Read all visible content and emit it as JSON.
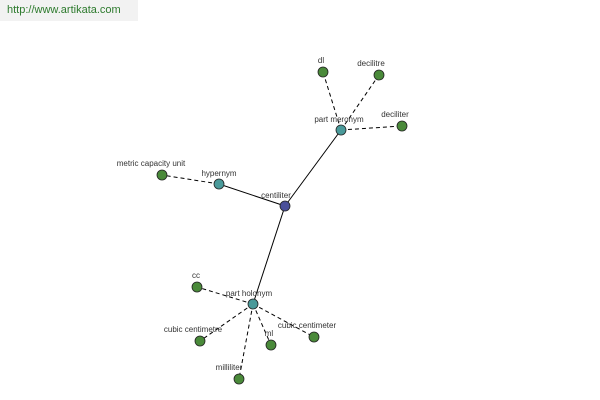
{
  "source_url": "http://www.artikata.com",
  "colors": {
    "center_node": "#4a4f9a",
    "relation_node": "#4a9a9a",
    "term_node": "#4a8a3a",
    "node_stroke": "#222222",
    "solid_edge": "#000000",
    "dashed_edge": "#000000"
  },
  "nodes": [
    {
      "id": "centiliter",
      "label": "centiliter",
      "kind": "center"
    },
    {
      "id": "hypernym",
      "label": "hypernym",
      "kind": "relation"
    },
    {
      "id": "part-meronym",
      "label": "part meronym",
      "kind": "relation"
    },
    {
      "id": "part-holonym",
      "label": "part holonym",
      "kind": "relation"
    },
    {
      "id": "metric-capacity-unit",
      "label": "metric capacity unit",
      "kind": "term"
    },
    {
      "id": "dl",
      "label": "dl",
      "kind": "term"
    },
    {
      "id": "decilitre",
      "label": "decilitre",
      "kind": "term"
    },
    {
      "id": "deciliter",
      "label": "deciliter",
      "kind": "term"
    },
    {
      "id": "cc",
      "label": "cc",
      "kind": "term"
    },
    {
      "id": "cubic-centimetre",
      "label": "cubic centimetre",
      "kind": "term"
    },
    {
      "id": "ml",
      "label": "ml",
      "kind": "term"
    },
    {
      "id": "cubic-centimeter",
      "label": "cubic centimeter",
      "kind": "term"
    },
    {
      "id": "milliliter",
      "label": "milliliter",
      "kind": "term"
    }
  ],
  "edges": [
    {
      "from": "centiliter",
      "to": "hypernym",
      "style": "solid"
    },
    {
      "from": "centiliter",
      "to": "part-meronym",
      "style": "solid"
    },
    {
      "from": "centiliter",
      "to": "part-holonym",
      "style": "solid"
    },
    {
      "from": "hypernym",
      "to": "metric-capacity-unit",
      "style": "dashed"
    },
    {
      "from": "part-meronym",
      "to": "dl",
      "style": "dashed"
    },
    {
      "from": "part-meronym",
      "to": "decilitre",
      "style": "dashed"
    },
    {
      "from": "part-meronym",
      "to": "deciliter",
      "style": "dashed"
    },
    {
      "from": "part-holonym",
      "to": "cc",
      "style": "dashed"
    },
    {
      "from": "part-holonym",
      "to": "cubic-centimetre",
      "style": "dashed"
    },
    {
      "from": "part-holonym",
      "to": "ml",
      "style": "dashed"
    },
    {
      "from": "part-holonym",
      "to": "cubic-centimeter",
      "style": "dashed"
    },
    {
      "from": "part-holonym",
      "to": "milliliter",
      "style": "dashed"
    }
  ]
}
